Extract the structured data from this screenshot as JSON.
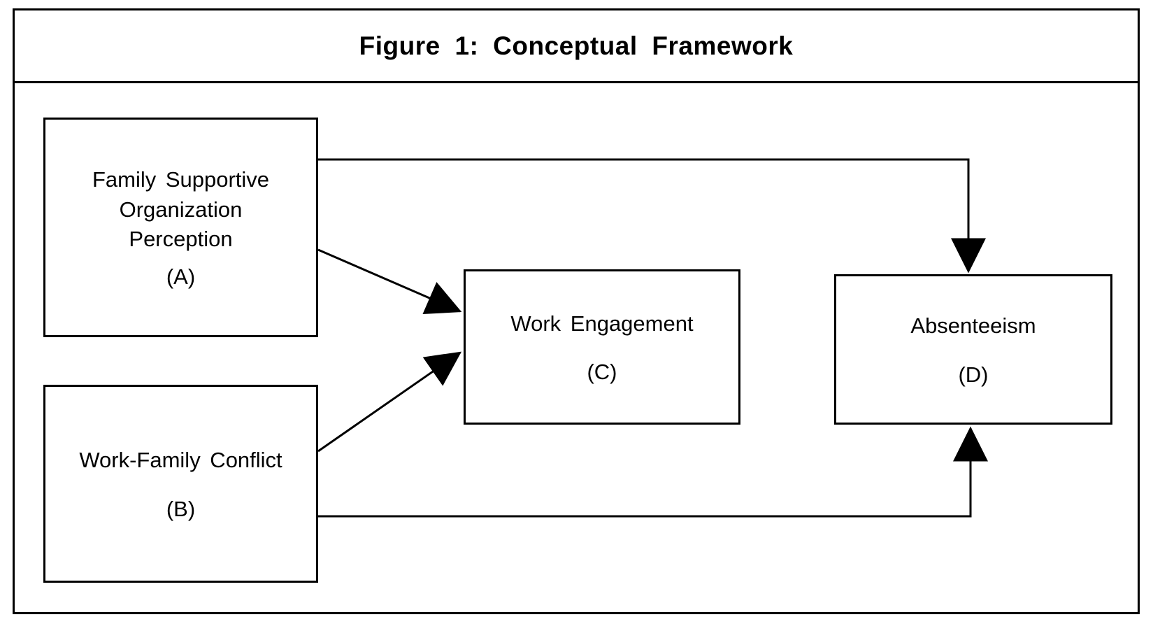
{
  "figure": {
    "title": "Figure 1: Conceptual Framework"
  },
  "nodes": {
    "a": {
      "label": "Family Supportive\nOrganization\nPerception",
      "tag": "(A)"
    },
    "b": {
      "label": "Work-Family Conflict",
      "tag": "(B)"
    },
    "c": {
      "label": "Work Engagement",
      "tag": "(C)"
    },
    "d": {
      "label": "Absenteeism",
      "tag": "(D)"
    }
  },
  "edges": [
    {
      "from": "A",
      "to": "D"
    },
    {
      "from": "A",
      "to": "C"
    },
    {
      "from": "B",
      "to": "C"
    },
    {
      "from": "B",
      "to": "D"
    }
  ],
  "colors": {
    "line": "#000000",
    "box_border": "#000000",
    "text": "#000000",
    "background": "#ffffff"
  }
}
